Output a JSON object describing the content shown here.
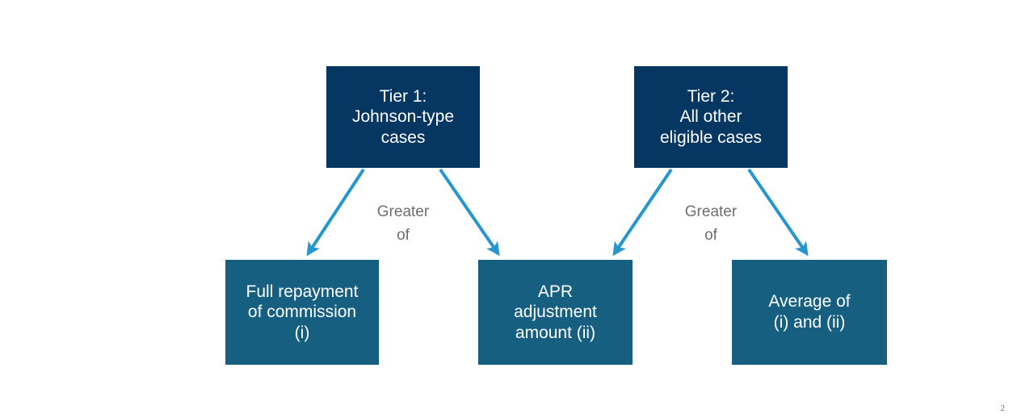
{
  "slide": {
    "background_color": "#ffffff",
    "page_number": "2"
  },
  "palette": {
    "tier_box_fill": "#063763",
    "outcome_box_fill": "#165F80",
    "arrow_color": "#2596CE",
    "box_text_color": "#ffffff",
    "connector_label_color": "#6e6e6e"
  },
  "diagram": {
    "type": "flow-tree",
    "tiers": [
      {
        "id": "tier-1",
        "text": "Tier 1:\nJohnson-type\ncases",
        "connector_label": "Greater\nof",
        "targets": [
          "outcome-full-repayment",
          "outcome-apr-adjustment"
        ]
      },
      {
        "id": "tier-2",
        "text": "Tier 2:\nAll other\neligible cases",
        "connector_label": "Greater\nof",
        "targets": [
          "outcome-apr-adjustment",
          "outcome-average"
        ]
      }
    ],
    "outcomes": [
      {
        "id": "outcome-full-repayment",
        "text": "Full repayment\nof commission\n(i)"
      },
      {
        "id": "outcome-apr-adjustment",
        "text": "APR\nadjustment\namount (ii)"
      },
      {
        "id": "outcome-average",
        "text": "Average of\n(i) and (ii)"
      }
    ],
    "arrows": [
      {
        "id": "arrow-tier1-to-full-repayment",
        "from": "tier-1",
        "to": "outcome-full-repayment"
      },
      {
        "id": "arrow-tier1-to-apr",
        "from": "tier-1",
        "to": "outcome-apr-adjustment"
      },
      {
        "id": "arrow-tier2-to-apr",
        "from": "tier-2",
        "to": "outcome-apr-adjustment"
      },
      {
        "id": "arrow-tier2-to-average",
        "from": "tier-2",
        "to": "outcome-average"
      }
    ]
  }
}
